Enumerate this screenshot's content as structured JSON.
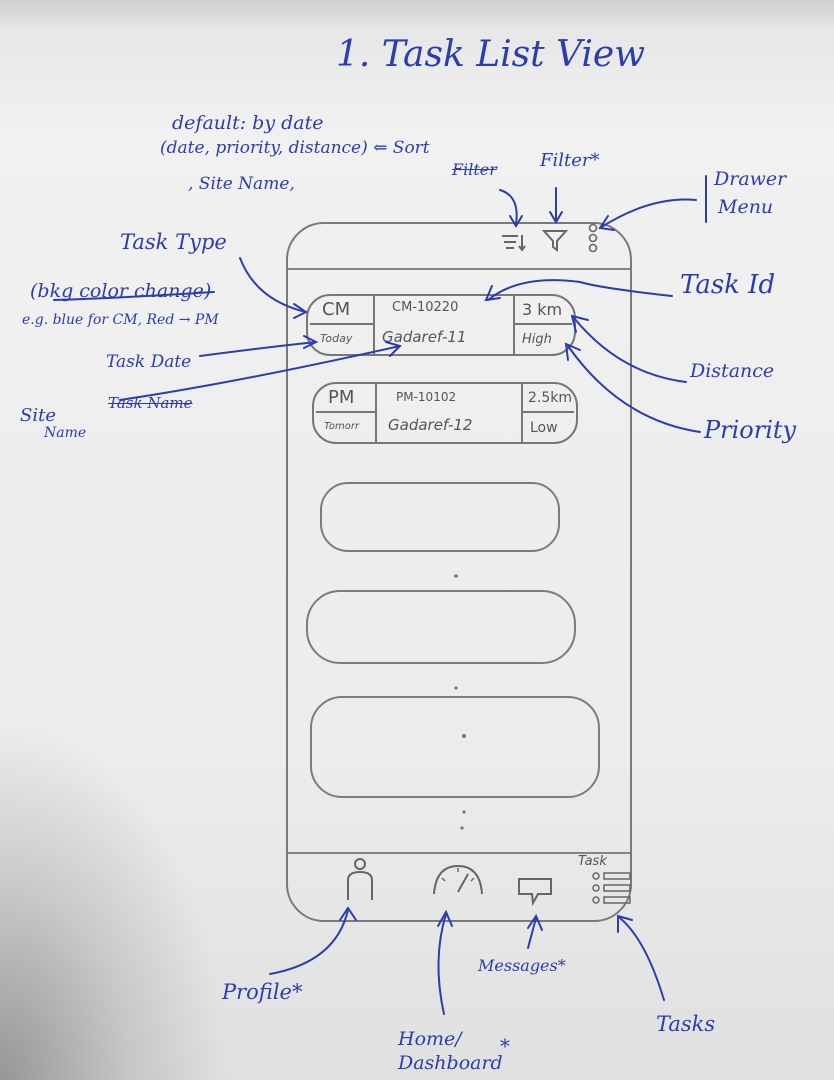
{
  "title": "1. Task List View",
  "notes": {
    "default_sort": "default: by date",
    "sort_options": "(date, priority, distance) ⇐ Sort",
    "site_name_option": ", Site Name,",
    "filter_struck": "Filter",
    "filter": "Filter*",
    "drawer_menu_line1": "Drawer",
    "drawer_menu_line2": "Menu",
    "task_type": "Task Type",
    "bkg_color_change": "(bkg color change)",
    "bkg_example": "e.g. blue for CM, Red → PM",
    "task_date": "Task Date",
    "site_name_line1": "Site",
    "site_name_line2": "Name",
    "task_name_struck": "Task Name",
    "task_id": "Task Id",
    "distance": "Distance",
    "priority": "Priority",
    "profile": "Profile*",
    "home_line1": "Home/",
    "home_line2": "Dashboard",
    "home_star": "*",
    "messages": "Messages*",
    "tasks": "Tasks"
  },
  "phone": {
    "tasks": [
      {
        "type": "CM",
        "date": "Today",
        "id": "CM-10220",
        "site": "Gadaref-11",
        "distance": "3 km",
        "priority": "High"
      },
      {
        "type": "PM",
        "date": "Tomorr",
        "id": "PM-10102",
        "site": "Gadaref-12",
        "distance": "2.5km",
        "priority": "Low"
      }
    ],
    "tab_tasks_label": "Task"
  },
  "icons": [
    "sort-icon",
    "filter-icon",
    "kebab-menu-icon",
    "profile-icon",
    "dashboard-gauge-icon",
    "message-icon",
    "tasks-list-icon"
  ]
}
